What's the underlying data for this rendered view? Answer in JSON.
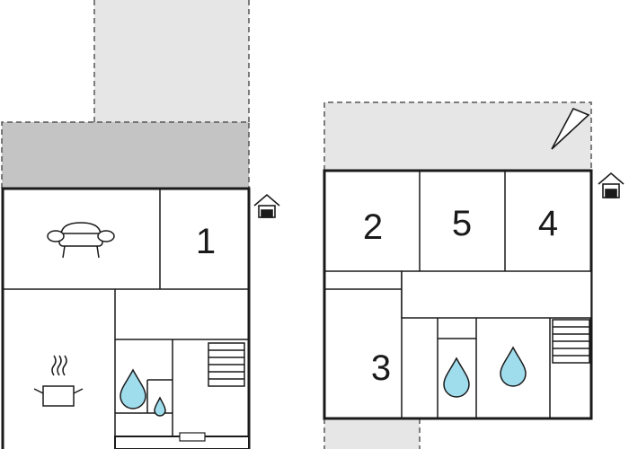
{
  "floor_plan": {
    "colors": {
      "wall": "#1a1a1a",
      "background": "#ffffff",
      "terrace": "#e6e6e6",
      "covered_terrace": "#c4c4c4",
      "water": "#9fdcec"
    },
    "rooms": [
      {
        "id": "bedroom-1",
        "label": "1"
      },
      {
        "id": "bedroom-2",
        "label": "2"
      },
      {
        "id": "bedroom-3",
        "label": "3"
      },
      {
        "id": "bedroom-4",
        "label": "4"
      },
      {
        "id": "bedroom-5",
        "label": "5"
      }
    ],
    "icons": [
      "sofa-icon",
      "cooking-pot-icon",
      "water-drop-icon",
      "stairs-icon",
      "entrance-house-icon",
      "compass-north-icon"
    ]
  }
}
